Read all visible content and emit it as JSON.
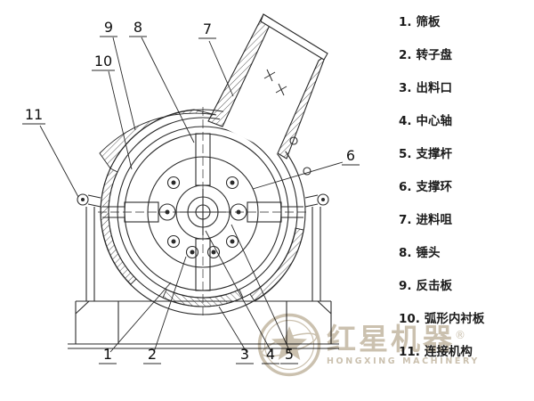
{
  "colors": {
    "line": "#2a2a2a",
    "text": "#1b1b1b",
    "watermark": "#c8beab",
    "background": "#ffffff"
  },
  "legend": {
    "items": [
      {
        "num": "1.",
        "label": "筛板"
      },
      {
        "num": "2.",
        "label": "转子盘"
      },
      {
        "num": "3.",
        "label": "出料口"
      },
      {
        "num": "4.",
        "label": "中心轴"
      },
      {
        "num": "5.",
        "label": "支撑杆"
      },
      {
        "num": "6.",
        "label": "支撑环"
      },
      {
        "num": "7.",
        "label": "进料咀"
      },
      {
        "num": "8.",
        "label": "锤头"
      },
      {
        "num": "9.",
        "label": "反击板"
      },
      {
        "num": "10.",
        "label": "弧形内衬板"
      },
      {
        "num": "11.",
        "label": "连接机构"
      }
    ]
  },
  "callouts": [
    "9",
    "8",
    "10",
    "7",
    "11",
    "6",
    "1",
    "2",
    "3",
    "4",
    "5"
  ],
  "watermark": {
    "brand": "红星机器",
    "reg": "®",
    "brand_en": "HONGXING MACHINERY"
  }
}
